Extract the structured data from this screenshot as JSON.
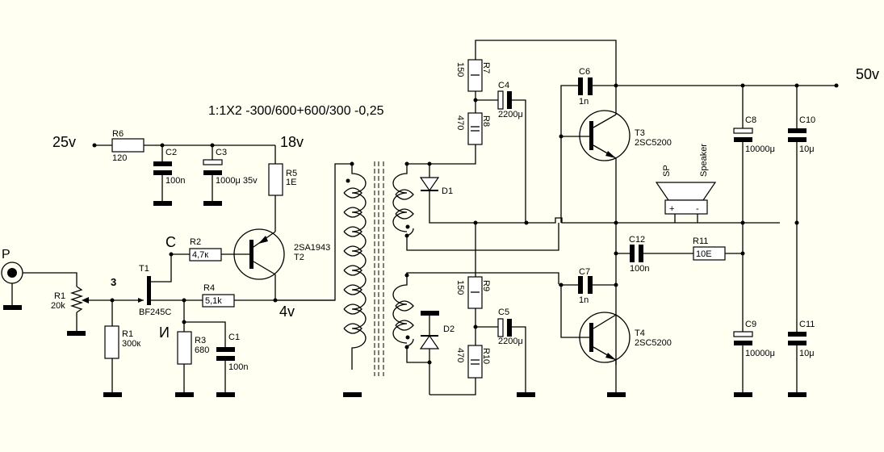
{
  "title_note": "1:1X2  -300/600+600/300   -0,25",
  "rails": {
    "v25": "25v",
    "v18": "18v",
    "v4": "4v",
    "v50": "50v"
  },
  "nodes": {
    "C": "C",
    "I": "И",
    "Z": "3",
    "P": "P"
  },
  "components": {
    "R1pot": {
      "ref": "R1",
      "value": "20k"
    },
    "R1": {
      "ref": "R1",
      "value": "300к"
    },
    "R2": {
      "ref": "R2",
      "value": "4,7к"
    },
    "R3": {
      "ref": "R3",
      "value": "680"
    },
    "R4": {
      "ref": "R4",
      "value": "5,1k"
    },
    "R5": {
      "ref": "R5",
      "value": "1E"
    },
    "R6": {
      "ref": "R6",
      "value": "120"
    },
    "R7": {
      "ref": "R7",
      "value": "150"
    },
    "R8": {
      "ref": "R8",
      "value": "470"
    },
    "R9": {
      "ref": "R9",
      "value": "150"
    },
    "R10": {
      "ref": "R10",
      "value": "470"
    },
    "R11": {
      "ref": "R11",
      "value": "10E"
    },
    "C1": {
      "ref": "C1",
      "value": "100n"
    },
    "C2": {
      "ref": "C2",
      "value": "100n"
    },
    "C3": {
      "ref": "C3",
      "value": "1000μ 35v"
    },
    "C4": {
      "ref": "C4",
      "value": "2200μ"
    },
    "C5": {
      "ref": "C5",
      "value": "2200μ"
    },
    "C6": {
      "ref": "C6",
      "value": "1n"
    },
    "C7": {
      "ref": "C7",
      "value": "1n"
    },
    "C8": {
      "ref": "C8",
      "value": "10000μ"
    },
    "C9": {
      "ref": "C9",
      "value": "10000μ"
    },
    "C10": {
      "ref": "C10",
      "value": "10μ"
    },
    "C11": {
      "ref": "C11",
      "value": "10μ"
    },
    "C12": {
      "ref": "C12",
      "value": "100n"
    },
    "T1": {
      "ref": "T1",
      "value": "BF245C"
    },
    "T2": {
      "ref": "T2",
      "value": "2SA1943"
    },
    "T3": {
      "ref": "T3",
      "value": "2SC5200"
    },
    "T4": {
      "ref": "T4",
      "value": "2SC5200"
    },
    "D1": {
      "ref": "D1"
    },
    "D2": {
      "ref": "D2"
    },
    "SP": {
      "ref": "SP",
      "value": "Speaker",
      "plus": "+",
      "minus": "-"
    }
  }
}
